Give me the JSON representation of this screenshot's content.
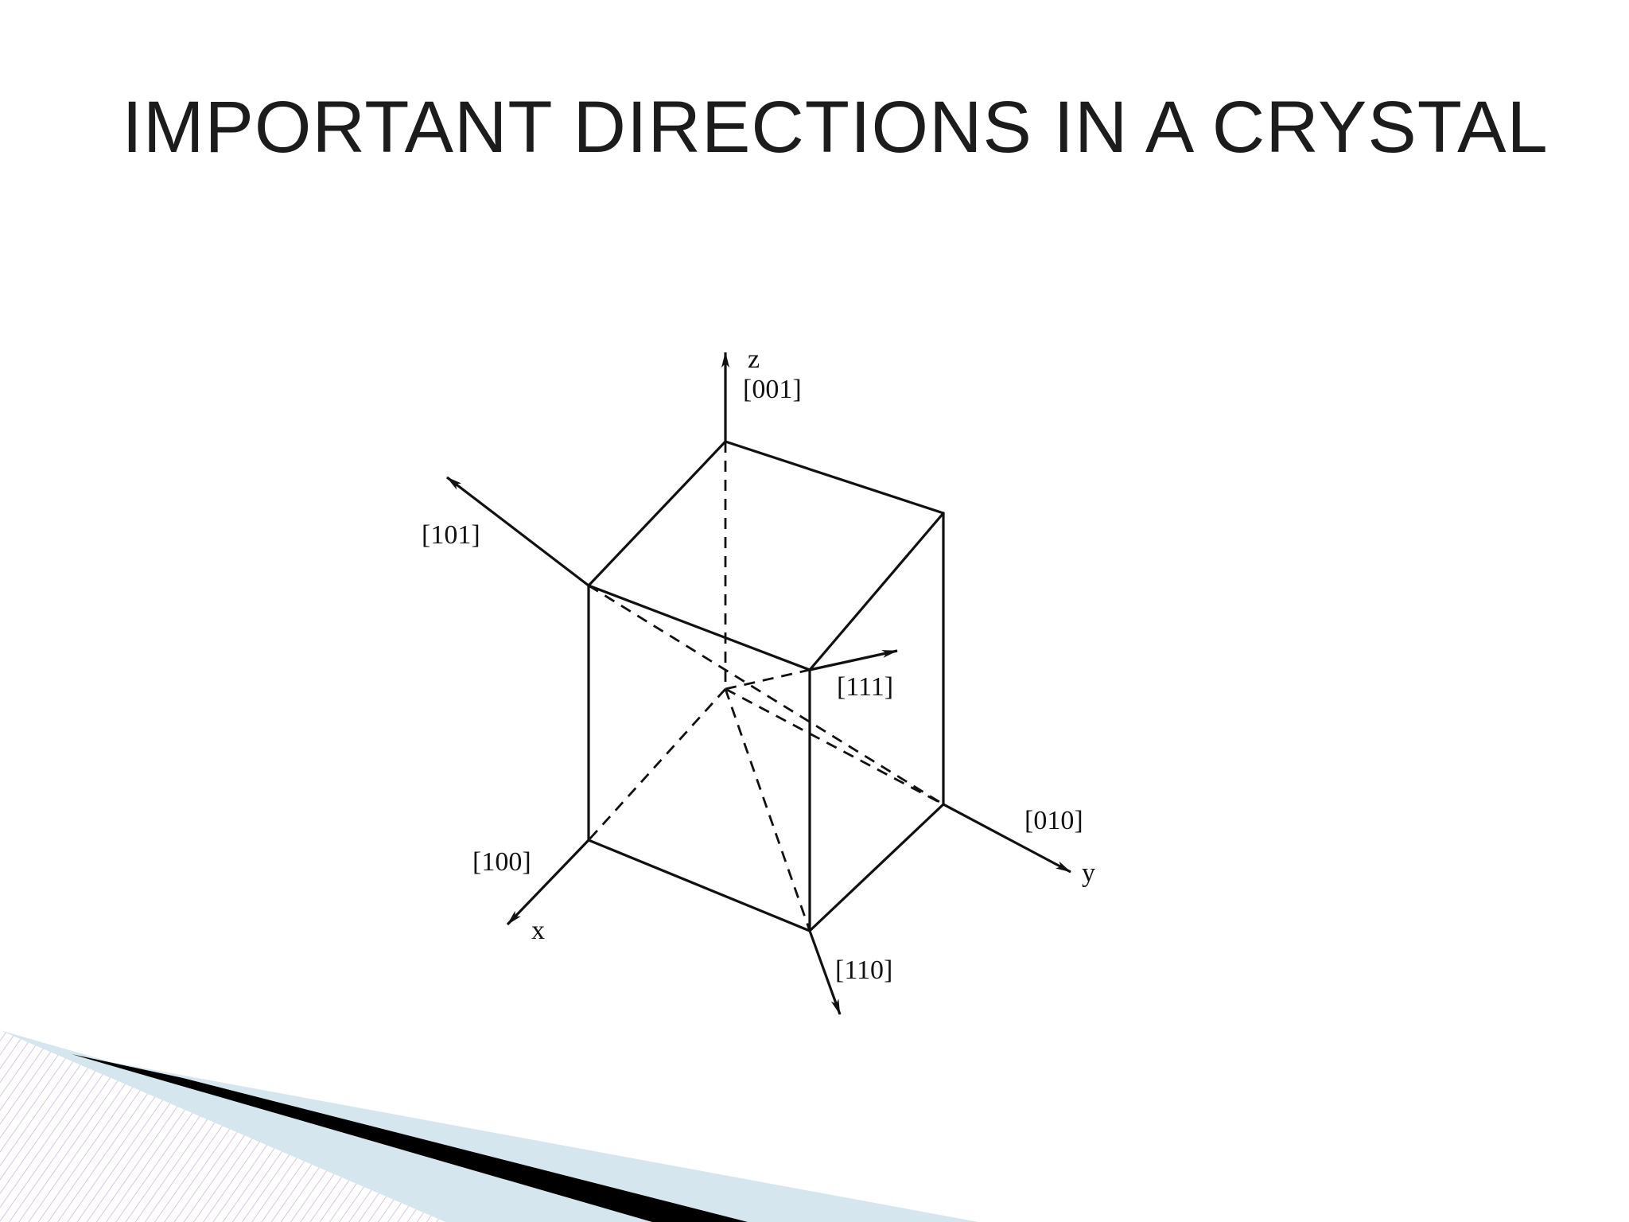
{
  "slide": {
    "title": "IMPORTANT DIRECTIONS IN A CRYSTAL"
  },
  "diagram": {
    "axes": {
      "x": "x",
      "y": "y",
      "z": "z"
    },
    "directions": {
      "d001": "[001]",
      "d101": "[101]",
      "d111": "[111]",
      "d010": "[010]",
      "d100": "[100]",
      "d110": "[110]"
    }
  },
  "colors": {
    "background": "#ffffff",
    "ink": "#111111",
    "accent_black": "#000000",
    "accent_light": "#d6e6ee"
  }
}
